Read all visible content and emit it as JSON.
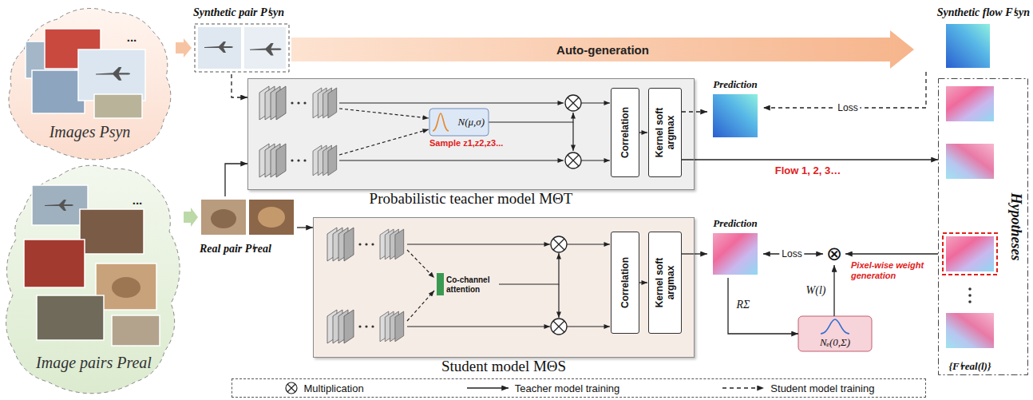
{
  "diagram": {
    "nodes": [
      {
        "text": [
          "Images Psyn"
        ]
      },
      {
        "text": [
          "Synthetic pair Pⁱsyn"
        ]
      },
      {
        "text": [
          "Synthetic flow Fⁱsyn"
        ]
      },
      {
        "text": [
          "Image pairs Preal"
        ]
      },
      {
        "text": [
          "Real pair Pⁱreal"
        ]
      },
      {
        "text": [
          "Probabilistic teacher model MΘT"
        ]
      },
      {
        "text": [
          "N(μ,σ)",
          "Sample z1,z2,z3..."
        ],
        "in": 5
      },
      {
        "text": [
          "Correlation"
        ],
        "in": 5
      },
      {
        "text": [
          "Kernel soft argmax"
        ],
        "in": 5
      },
      {
        "text": [
          "Prediction"
        ]
      },
      {
        "text": [
          "Student model MΘS"
        ]
      },
      {
        "text": [
          "Co-channel attention"
        ],
        "in": 10
      },
      {
        "text": [
          "Correlation"
        ],
        "in": 10
      },
      {
        "text": [
          "Kernel soft argmax"
        ],
        "in": 10
      },
      {
        "text": [
          "Prediction"
        ]
      },
      {
        "text": [
          "Hypotheses",
          "{Fⁱreal(l)}"
        ]
      },
      {
        "text": [
          "Nₑ(0,Σ)"
        ]
      },
      {
        "text": [
          "⊗"
        ]
      }
    ],
    "edges": [
      {
        "from": 0,
        "to": 1,
        "arrow": "to"
      },
      {
        "from": 1,
        "to": 2,
        "label": "Auto-generation",
        "arrow": "to"
      },
      {
        "from": 3,
        "to": 4,
        "arrow": "to"
      },
      {
        "from": 1,
        "to": 5,
        "arrow": "to"
      },
      {
        "from": 4,
        "to": 5,
        "arrow": "to"
      },
      {
        "from": 4,
        "to": 10,
        "arrow": "to"
      },
      {
        "from": 8,
        "to": 9,
        "arrow": "to"
      },
      {
        "from": 2,
        "to": 9,
        "label": "Loss",
        "arrow": "to"
      },
      {
        "from": 8,
        "to": 15,
        "label": "Flow 1, 2, 3…",
        "arrow": "to"
      },
      {
        "from": 13,
        "to": 14,
        "arrow": "to"
      },
      {
        "from": 14,
        "to": 17,
        "label": "Loss",
        "arrow": "both"
      },
      {
        "from": 15,
        "to": 17,
        "arrow": "to"
      },
      {
        "from": 16,
        "to": 17,
        "label": "W(l)",
        "arrow": "to"
      },
      {
        "from": 14,
        "to": 16,
        "label": "RΣ",
        "arrow": "to"
      }
    ],
    "labels": [
      "...",
      "...",
      "Pixel-wise weight generation"
    ],
    "legend": [
      {
        "text": "Multiplication"
      },
      {
        "text": "Teacher model training"
      },
      {
        "text": "Student model training"
      }
    ]
  }
}
